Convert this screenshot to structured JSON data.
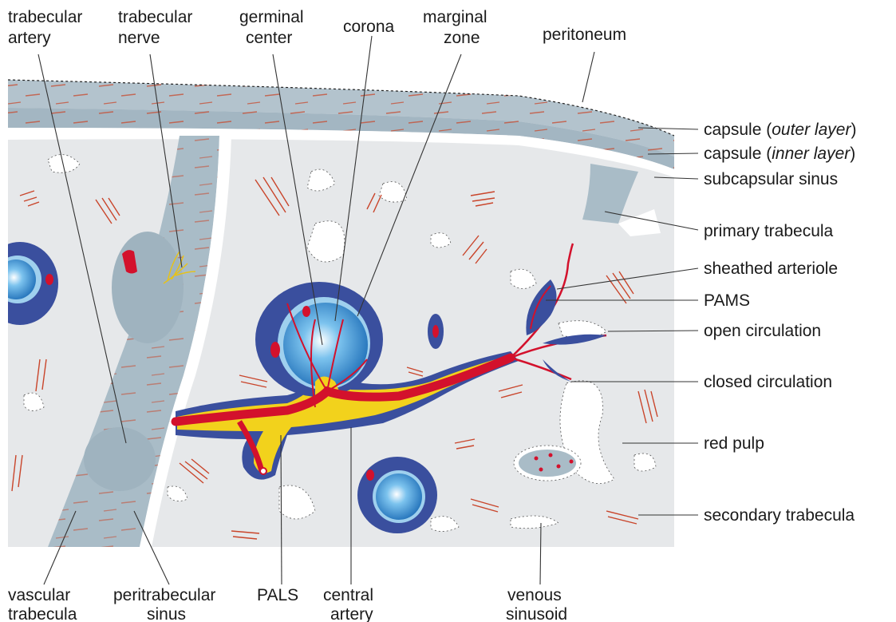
{
  "labels_top": {
    "trabecular_artery": [
      "trabecular",
      "artery"
    ],
    "trabecular_nerve": [
      "trabecular",
      "nerve"
    ],
    "germinal_center": [
      "germinal",
      "center"
    ],
    "corona": [
      "corona"
    ],
    "marginal_zone": [
      "marginal",
      "zone"
    ],
    "peritoneum": [
      "peritoneum"
    ]
  },
  "labels_right": {
    "capsule_outer": {
      "pre": "capsule (",
      "em": "outer layer",
      "post": ")"
    },
    "capsule_inner": {
      "pre": "capsule (",
      "em": "inner layer",
      "post": ")"
    },
    "subcapsular_sinus": "subcapsular sinus",
    "primary_trabecula": "primary trabecula",
    "sheathed_arteriole": "sheathed arteriole",
    "pams": "PAMS",
    "open_circulation": "open circulation",
    "closed_circulation": "closed circulation",
    "red_pulp": "red pulp",
    "secondary_trabecula": "secondary trabecula"
  },
  "labels_bottom": {
    "vascular_trabecula": [
      "vascular",
      "trabecula"
    ],
    "peritrabecular_sinus": [
      "peritrabecular",
      "sinus"
    ],
    "pals": [
      "PALS"
    ],
    "central_artery": [
      "central",
      "artery"
    ],
    "venous_sinusoid": [
      "venous",
      "sinusoid"
    ]
  },
  "colors": {
    "red_pulp": "#e6e8ea",
    "capsule": "#aebfc9",
    "trabecula": "#a9bcc7",
    "sinus": "#ffffff",
    "follicle_outer": "#3a4f9e",
    "germinal_center": "#4aa3dd",
    "pals_yellow": "#f2d21c",
    "artery_red": "#d3112c",
    "nerve": "#e6c21a"
  }
}
